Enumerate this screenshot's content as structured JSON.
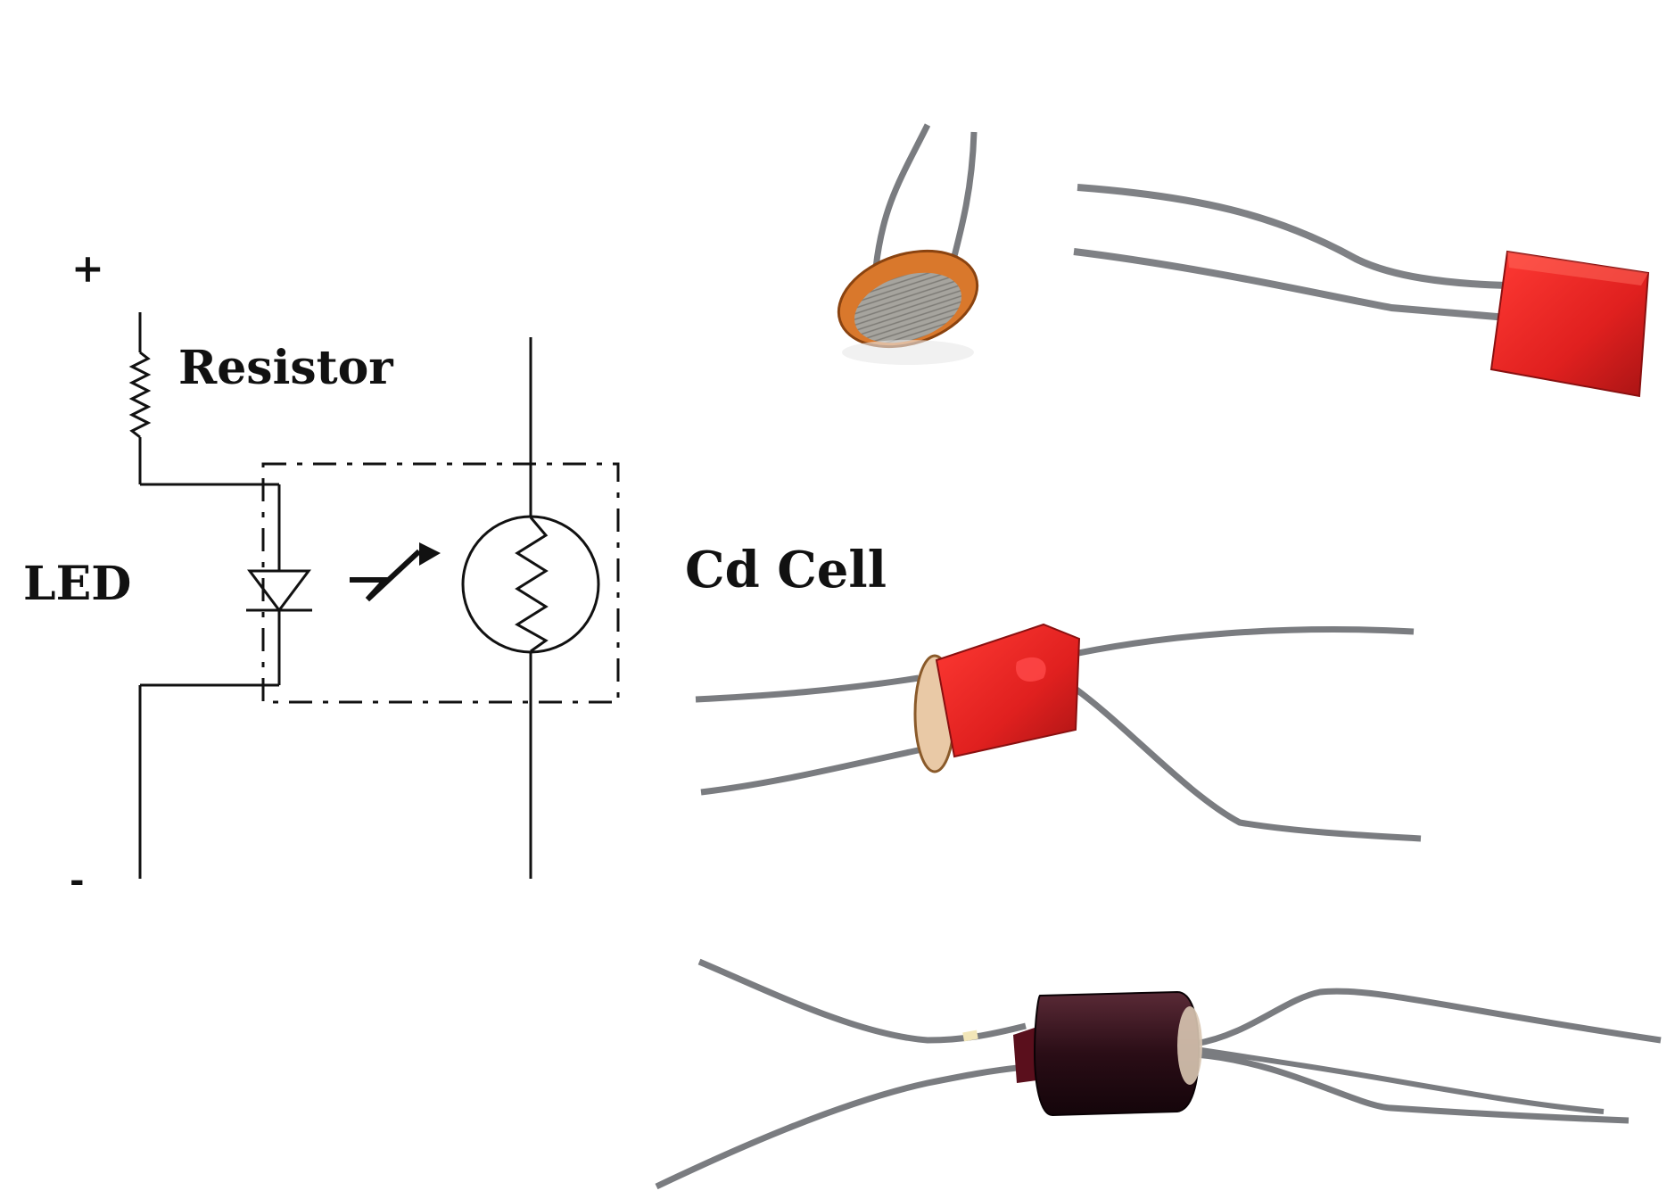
{
  "schematic": {
    "plus_label": "+",
    "minus_label": "-",
    "resistor_label": "Resistor",
    "led_label": "LED",
    "cell_label": "Cd Cell"
  },
  "colors": {
    "ink": "#111111",
    "photocell_orange": "#d9782c",
    "photocell_face": "#9c9a94",
    "led_red": "#e0201f",
    "led_red_dark": "#a81414",
    "lead_gray": "#7a7c80",
    "dark_body": "#2a0d16"
  },
  "photos": [
    {
      "name": "photocell-photo",
      "description_icon": "photocell-icon"
    },
    {
      "name": "red-led-photo",
      "description_icon": "led-icon"
    },
    {
      "name": "homemade-optocoupler-photo",
      "description_icon": "optocoupler-icon"
    },
    {
      "name": "sealed-optocoupler-photo",
      "description_icon": "optocoupler-icon"
    }
  ]
}
